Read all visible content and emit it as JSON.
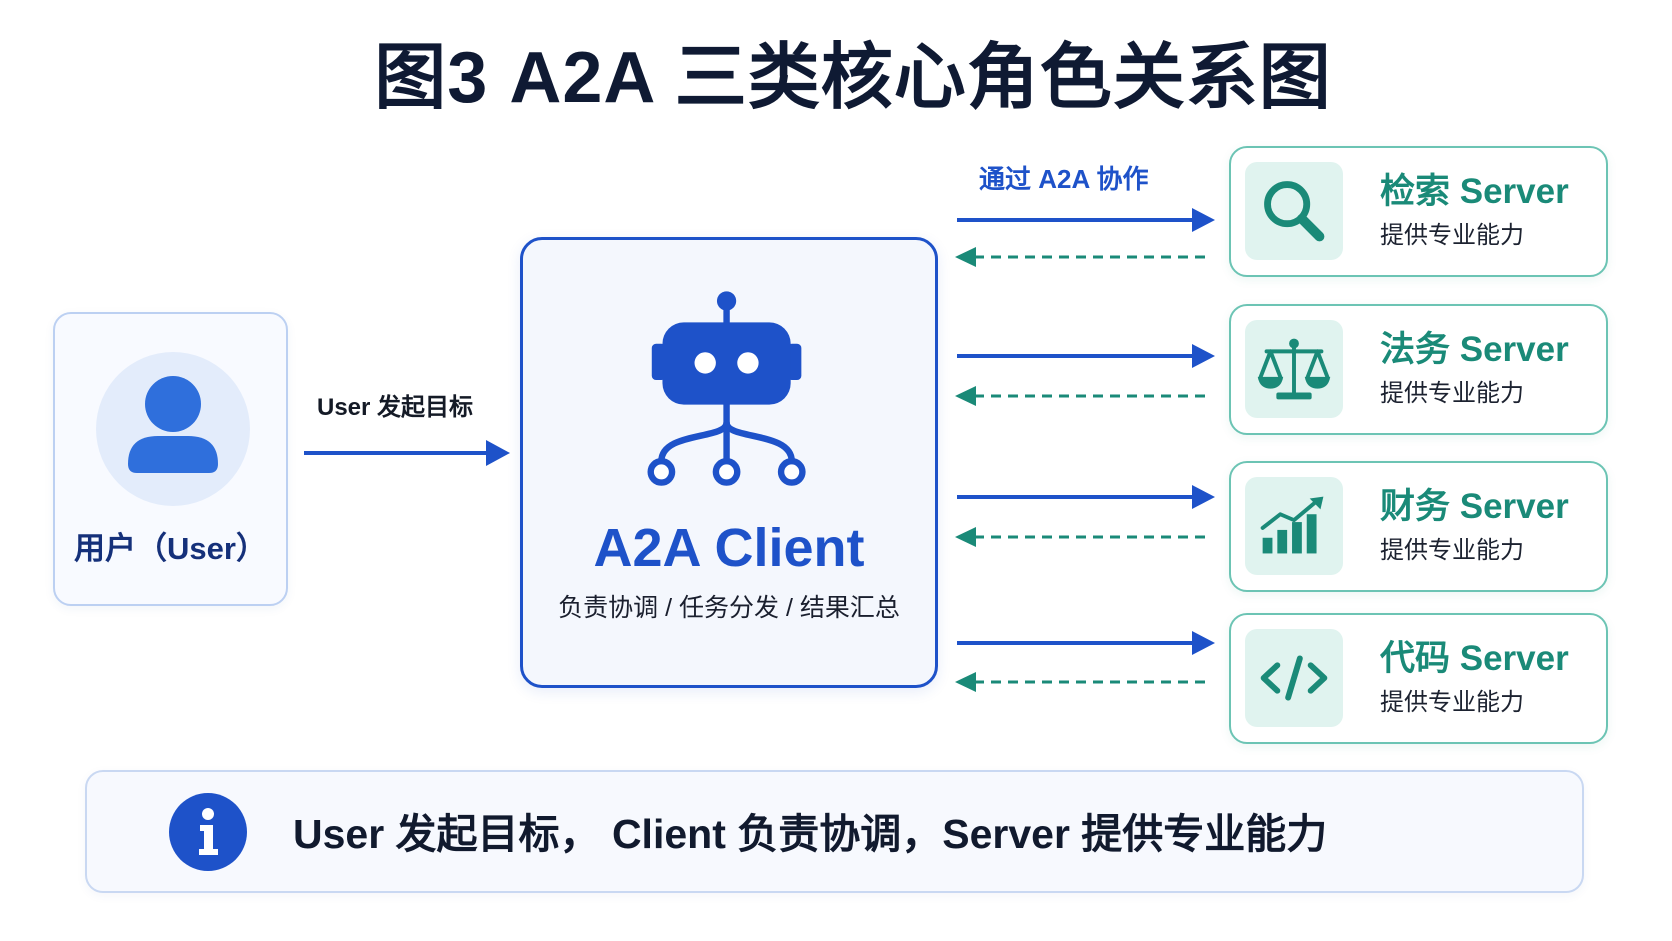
{
  "title": "图3 A2A 三类核心角色关系图",
  "user": {
    "label": "用户（User）",
    "icon": "user-icon"
  },
  "user_to_client": {
    "label": "User 发起目标"
  },
  "client": {
    "title": "A2A Client",
    "subtitle": "负责协调 / 任务分发 / 结果汇总",
    "icon": "robot-icon"
  },
  "collaboration": {
    "label": "通过 A2A 协作"
  },
  "servers": [
    {
      "name": "检索 Server",
      "desc": "提供专业能力",
      "icon": "search-icon"
    },
    {
      "name": "法务 Server",
      "desc": "提供专业能力",
      "icon": "scale-icon"
    },
    {
      "name": "财务 Server",
      "desc": "提供专业能力",
      "icon": "chart-icon"
    },
    {
      "name": "代码 Server",
      "desc": "提供专业能力",
      "icon": "code-icon"
    }
  ],
  "note": {
    "text": "User 发起目标， Client 负责协调，Server 提供专业能力",
    "icon": "info-icon"
  },
  "colors": {
    "title": "#0f1a33",
    "primary_blue": "#1e52c9",
    "teal": "#1a8a78",
    "user_blue": "#2f6fdc",
    "server_border": "#6cc4b4",
    "icon_bg": "#e0f3ef"
  }
}
